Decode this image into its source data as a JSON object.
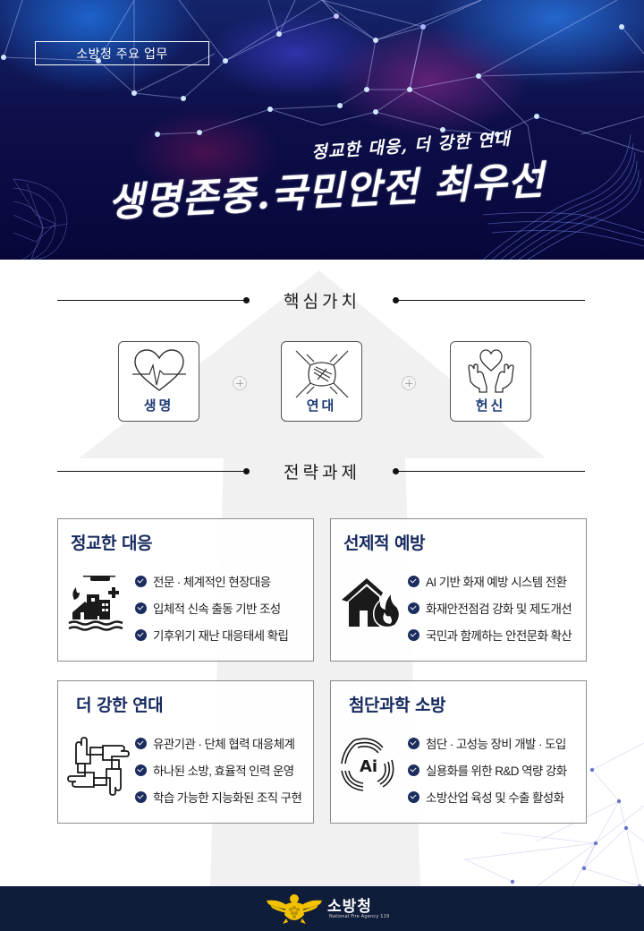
{
  "hero": {
    "tag": "소방청 주요 업무",
    "subtitle": "정교한 대응, 더 강한 연대",
    "title": "생명존중.국민안전 최우선"
  },
  "core_values": {
    "heading": "핵심가치",
    "items": [
      {
        "label": "생명",
        "icon": "heartbeat-icon"
      },
      {
        "label": "연대",
        "icon": "joined-hands-icon"
      },
      {
        "label": "헌신",
        "icon": "hands-heart-icon"
      }
    ]
  },
  "strategy": {
    "heading": "전략과제",
    "cards": [
      {
        "title": "정교한 대응",
        "icon": "disaster-response-icon",
        "items": [
          "전문 · 체계적인 현장대응",
          "입체적 신속 출동 기반 조성",
          "기후위기 재난 대응태세 확립"
        ]
      },
      {
        "title": "선제적 예방",
        "icon": "house-fire-icon",
        "items": [
          "AI 기반 화재 예방 시스템 전환",
          "화재안전점검 강화 및 제도개선",
          "국민과 함께하는 안전문화 확산"
        ]
      },
      {
        "title": "더 강한 연대",
        "icon": "linked-hands-icon",
        "items": [
          "유관기관 · 단체 협력 대응체계",
          "하나된 소방, 효율적 인력 운영",
          "학습 가능한 지능화된 조직 구현"
        ]
      },
      {
        "title": "첨단과학 소방",
        "icon": "ai-icon",
        "ai_text": "Ai",
        "items": [
          "첨단 · 고성능 장비 개발 · 도입",
          "실용화를 위한 R&D 역량 강화",
          "소방산업 육성 및 수출 활성화"
        ]
      }
    ]
  },
  "footer": {
    "org_name": "소방청",
    "org_name_en": "National Fire Agency 119",
    "emblem_color": "#f2c200"
  },
  "colors": {
    "navy": "#15295e",
    "footer_bg": "#0f1c3a"
  }
}
